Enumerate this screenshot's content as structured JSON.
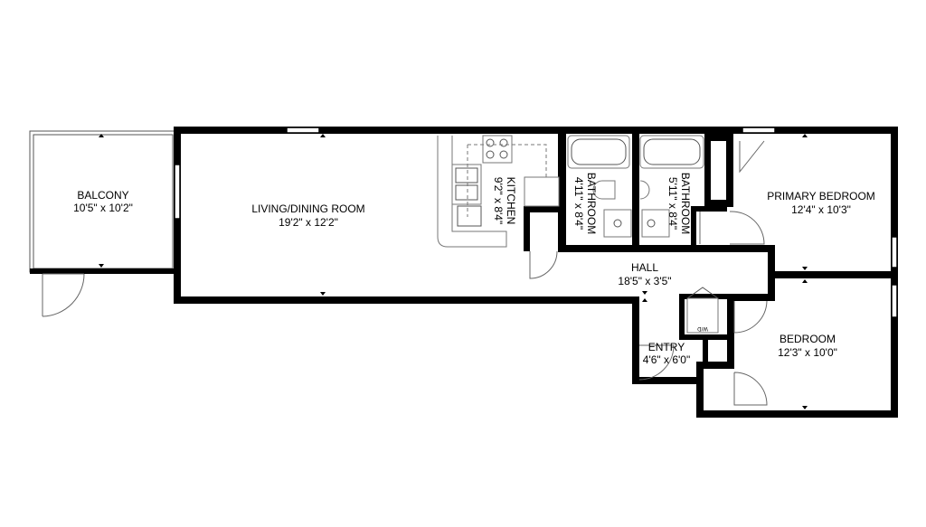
{
  "rooms": {
    "balcony": {
      "name": "BALCONY",
      "size": "10'5\" x 10'2\""
    },
    "living": {
      "name": "LIVING/DINING ROOM",
      "size": "19'2\" x 12'2\""
    },
    "kitchen": {
      "name": "KITCHEN",
      "size": "9'2\" x 8'4\""
    },
    "bath1": {
      "name": "BATHROOM",
      "size": "4'11\" x 8'4\""
    },
    "bath2": {
      "name": "BATHROOM",
      "size": "5'11\" x 8'4\""
    },
    "primary": {
      "name": "PRIMARY BEDROOM",
      "size": "12'4\" x 10'3\""
    },
    "hall": {
      "name": "HALL",
      "size": "18'5\" x 3'5\""
    },
    "entry": {
      "name": "ENTRY",
      "size": "4'6\" x 6'0\""
    },
    "bedroom": {
      "name": "BEDROOM",
      "size": "12'3\" x 10'0\""
    }
  },
  "appliance": {
    "washer_dryer": "W/D"
  }
}
